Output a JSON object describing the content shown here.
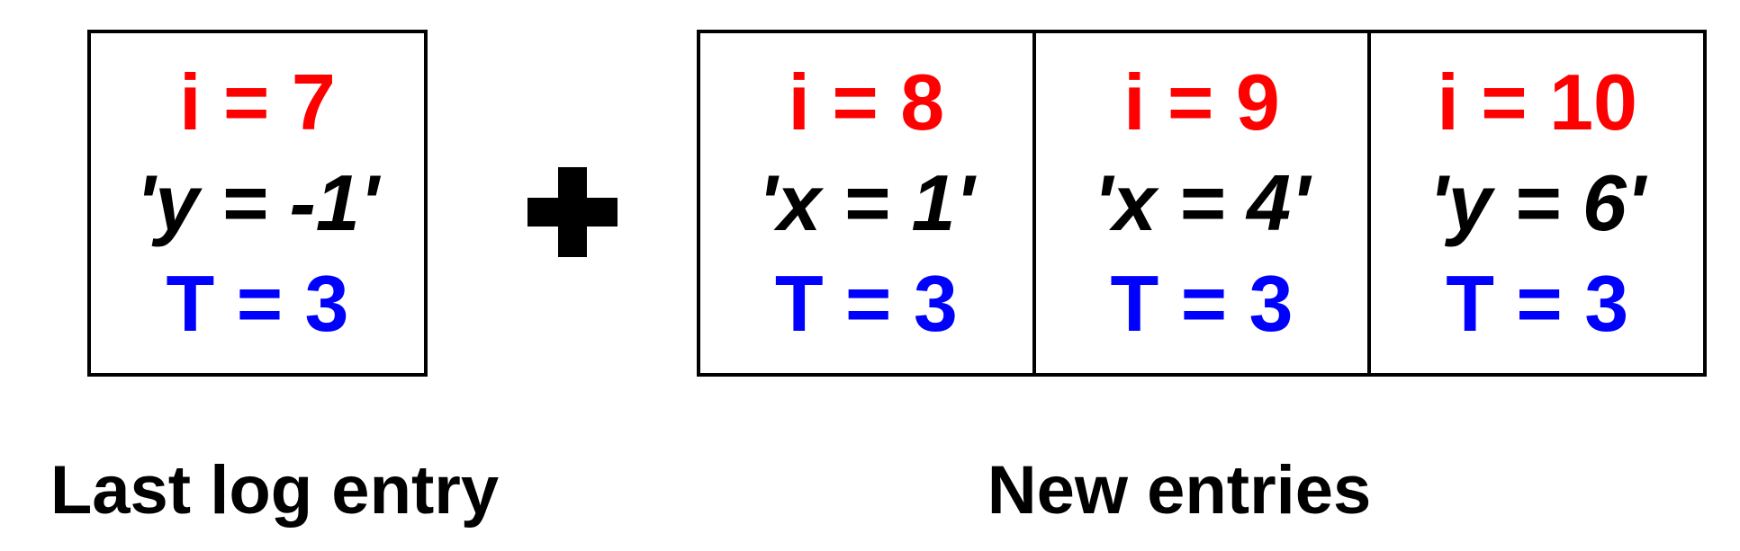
{
  "colors": {
    "index": "#ff0000",
    "command": "#000000",
    "term": "#0000ff"
  },
  "last_entry": {
    "index": "i = 7",
    "command": "'y = -1'",
    "term": "T = 3"
  },
  "operator_icon": "plus-icon",
  "new_entries": [
    {
      "index": "i = 8",
      "command": "'x = 1'",
      "term": "T = 3"
    },
    {
      "index": "i = 9",
      "command": "'x = 4'",
      "term": "T = 3"
    },
    {
      "index": "i = 10",
      "command": "'y = 6'",
      "term": "T = 3"
    }
  ],
  "captions": {
    "last": "Last log entry",
    "new": "New entries"
  }
}
